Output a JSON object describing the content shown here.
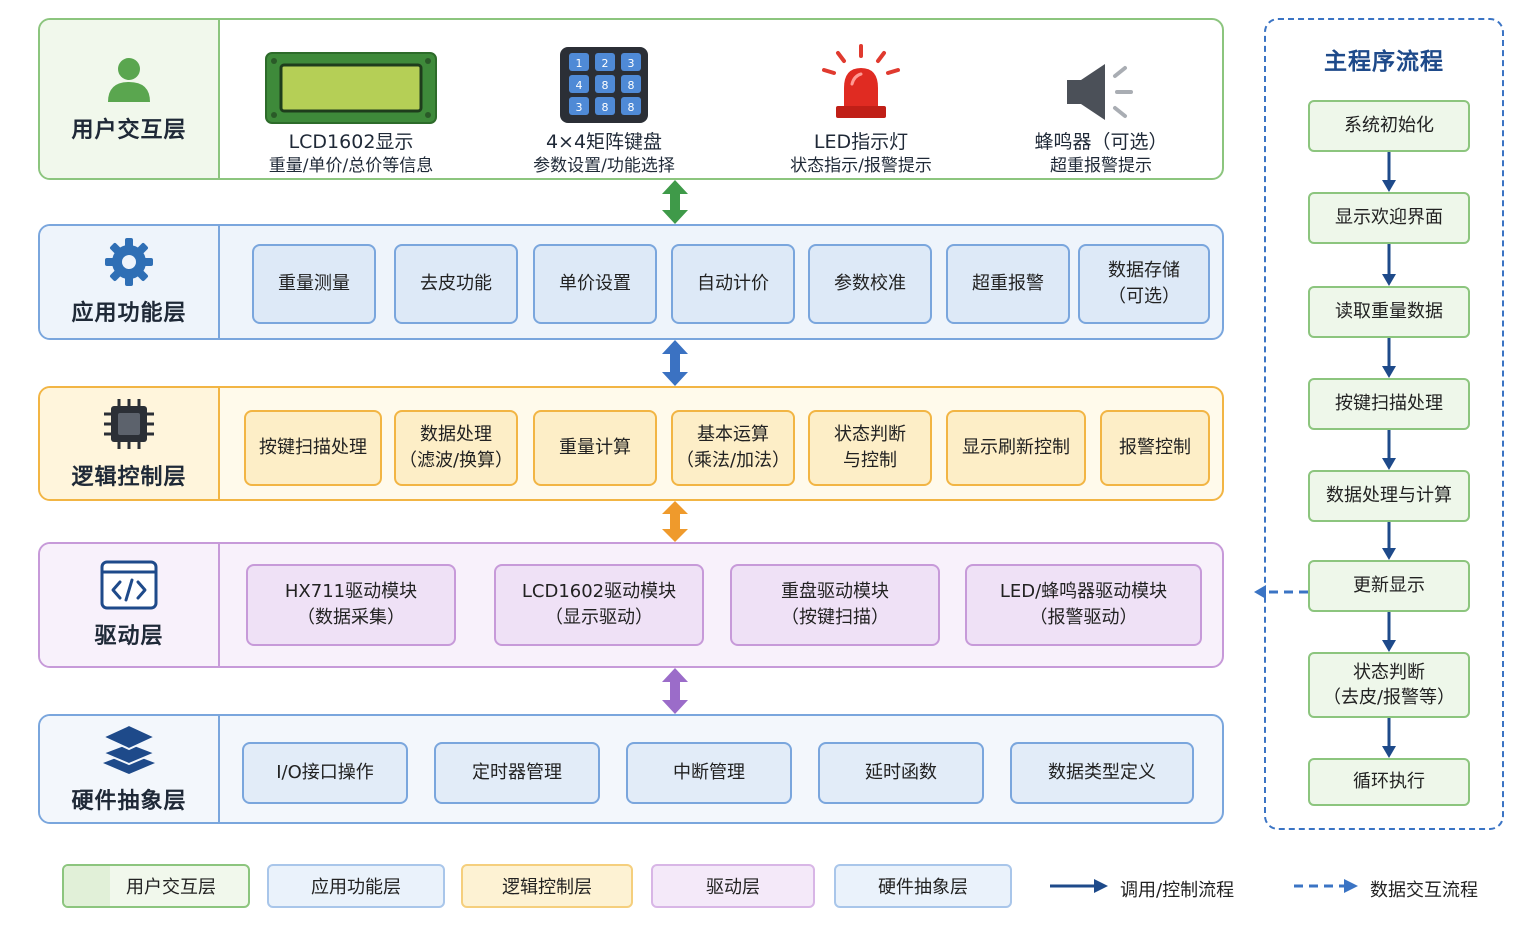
{
  "colors": {
    "user_border": "#8cc57e",
    "user_fill": "#f1f8ec",
    "app_border": "#7aa6dd",
    "app_fill": "#eef4fb",
    "app_box_fill": "#dde9f7",
    "logic_border": "#f2b544",
    "logic_fill": "#fffaeb",
    "logic_box_fill": "#fdeec7",
    "driver_border": "#c79ad9",
    "driver_fill": "#f8f1fb",
    "driver_box_fill": "#efe1f6",
    "hal_border": "#7aa6dd",
    "hal_fill": "#f3f7fc",
    "hal_box_fill": "#e2ecf8",
    "flow_border": "#3b74c4",
    "arrow_blue": "#1e4a8a"
  },
  "layers": {
    "user": {
      "title": "用户交互层",
      "icon": "user-icon",
      "items": [
        {
          "icon": "lcd-icon",
          "label": "LCD1602显示",
          "sub": "重量/单价/总价等信息"
        },
        {
          "icon": "keypad-icon",
          "label": "4×4矩阵键盘",
          "sub": "参数设置/功能选择"
        },
        {
          "icon": "alarm-light-icon",
          "label": "LED指示灯",
          "sub": "状态指示/报警提示"
        },
        {
          "icon": "speaker-icon",
          "label": "蜂鸣器（可选）",
          "sub": "超重报警提示"
        }
      ],
      "keypad_keys": [
        "1",
        "2",
        "3",
        "4",
        "8",
        "8",
        "3",
        "8",
        "8"
      ]
    },
    "app": {
      "title": "应用功能层",
      "icon": "gear-icon",
      "boxes": [
        {
          "l1": "重量测量",
          "l2": ""
        },
        {
          "l1": "去皮功能",
          "l2": ""
        },
        {
          "l1": "单价设置",
          "l2": ""
        },
        {
          "l1": "自动计价",
          "l2": ""
        },
        {
          "l1": "参数校准",
          "l2": ""
        },
        {
          "l1": "超重报警",
          "l2": ""
        },
        {
          "l1": "数据存储",
          "l2": "（可选）"
        }
      ]
    },
    "logic": {
      "title": "逻辑控制层",
      "icon": "chip-icon",
      "boxes": [
        {
          "l1": "按键扫描处理",
          "l2": ""
        },
        {
          "l1": "数据处理",
          "l2": "（滤波/换算）"
        },
        {
          "l1": "重量计算",
          "l2": ""
        },
        {
          "l1": "基本运算",
          "l2": "（乘法/加法）"
        },
        {
          "l1": "状态判断",
          "l2": "与控制"
        },
        {
          "l1": "显示刷新控制",
          "l2": ""
        },
        {
          "l1": "报警控制",
          "l2": ""
        }
      ]
    },
    "driver": {
      "title": "驱动层",
      "icon": "code-icon",
      "boxes": [
        {
          "l1": "HX711驱动模块",
          "l2": "（数据采集）"
        },
        {
          "l1": "LCD1602驱动模块",
          "l2": "（显示驱动）"
        },
        {
          "l1": "重盘驱动模块",
          "l2": "（按键扫描）"
        },
        {
          "l1": "LED/蜂鸣器驱动模块",
          "l2": "（报警驱动）"
        }
      ]
    },
    "hal": {
      "title": "硬件抽象层",
      "icon": "layers-icon",
      "boxes": [
        {
          "l1": "I/O接口操作",
          "l2": ""
        },
        {
          "l1": "定时器管理",
          "l2": ""
        },
        {
          "l1": "中断管理",
          "l2": ""
        },
        {
          "l1": "延时函数",
          "l2": ""
        },
        {
          "l1": "数据类型定义",
          "l2": ""
        }
      ]
    }
  },
  "flow": {
    "title": "主程序流程",
    "steps": [
      {
        "l1": "系统初始化",
        "l2": ""
      },
      {
        "l1": "显示欢迎界面",
        "l2": ""
      },
      {
        "l1": "读取重量数据",
        "l2": ""
      },
      {
        "l1": "按键扫描处理",
        "l2": ""
      },
      {
        "l1": "数据处理与计算",
        "l2": ""
      },
      {
        "l1": "更新显示",
        "l2": ""
      },
      {
        "l1": "状态判断",
        "l2": "（去皮/报警等）"
      },
      {
        "l1": "循环执行",
        "l2": ""
      }
    ]
  },
  "legend": {
    "user": "用户交互层",
    "app": "应用功能层",
    "logic": "逻辑控制层",
    "driver": "驱动层",
    "hal": "硬件抽象层",
    "call_flow": "调用/控制流程",
    "data_flow": "数据交互流程"
  }
}
